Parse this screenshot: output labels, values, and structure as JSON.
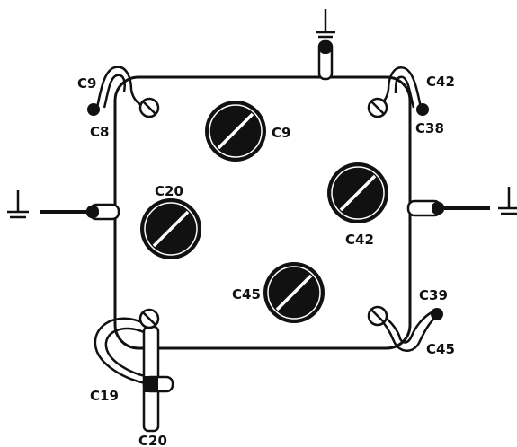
{
  "labels": {
    "c9_top": "C9",
    "c8": "C8",
    "c9_trimmer": "C9",
    "c42_top": "C42",
    "c38": "C38",
    "c20_trimmer": "C20",
    "c42_trimmer": "C42",
    "c45_trimmer": "C45",
    "c39": "C39",
    "c45_bottom": "C45",
    "c19": "C19",
    "c20_bottom": "C20"
  },
  "icons": {
    "ground": "ground-symbol",
    "trimmer": "trimmer-capacitor",
    "screw": "mounting-screw"
  },
  "colors": {
    "ink": "#111111",
    "paper": "#ffffff"
  }
}
